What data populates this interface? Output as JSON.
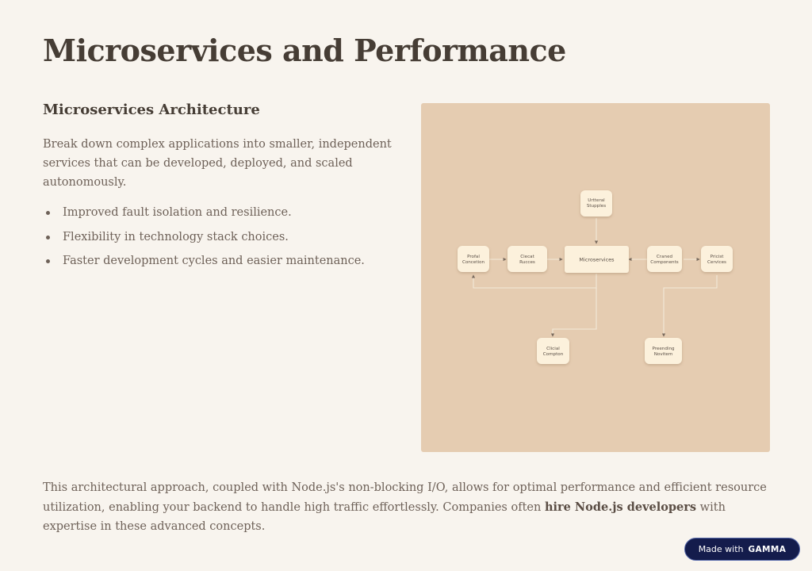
{
  "slide": {
    "title": "Microservices and Performance",
    "section_heading": "Microservices Architecture",
    "intro": "Break down complex applications into smaller, independent services that can be developed, deployed, and scaled autonomously.",
    "bullets": [
      "Improved fault isolation and resilience.",
      "Flexibility in technology stack choices.",
      "Faster development cycles and easier maintenance."
    ],
    "closing": {
      "before": "This architectural approach, coupled with Node.js's non-blocking I/O, allows for optimal performance and efficient resource utilization, enabling your backend to handle high traffic effortlessly. Companies often ",
      "emphasis": "hire Node.js developers",
      "after": " with expertise in these advanced concepts."
    }
  },
  "diagram": {
    "nodes": {
      "top": [
        "Urtteral",
        "Stupples"
      ],
      "profal": [
        "Profal",
        "Concetion"
      ],
      "ciecat": [
        "Ciecat",
        "Rucces"
      ],
      "center": [
        "Microservices"
      ],
      "craned": [
        "Craned",
        "Components"
      ],
      "pricist": [
        "Pricist",
        "Cervices"
      ],
      "clicial": [
        "Clicial",
        "Compton"
      ],
      "preending": [
        "Preending",
        "Novitem"
      ]
    }
  },
  "badge": {
    "prefix": "Made with",
    "brand": "GAMMA"
  },
  "colors": {
    "background": "#f8f4ee",
    "heading": "#463d35",
    "body_text": "#6e6158",
    "diagram_panel": "#e5ccb1",
    "diagram_node": "#fcf1dc",
    "badge_bg": "#141c4c",
    "badge_border": "#5466a8"
  }
}
